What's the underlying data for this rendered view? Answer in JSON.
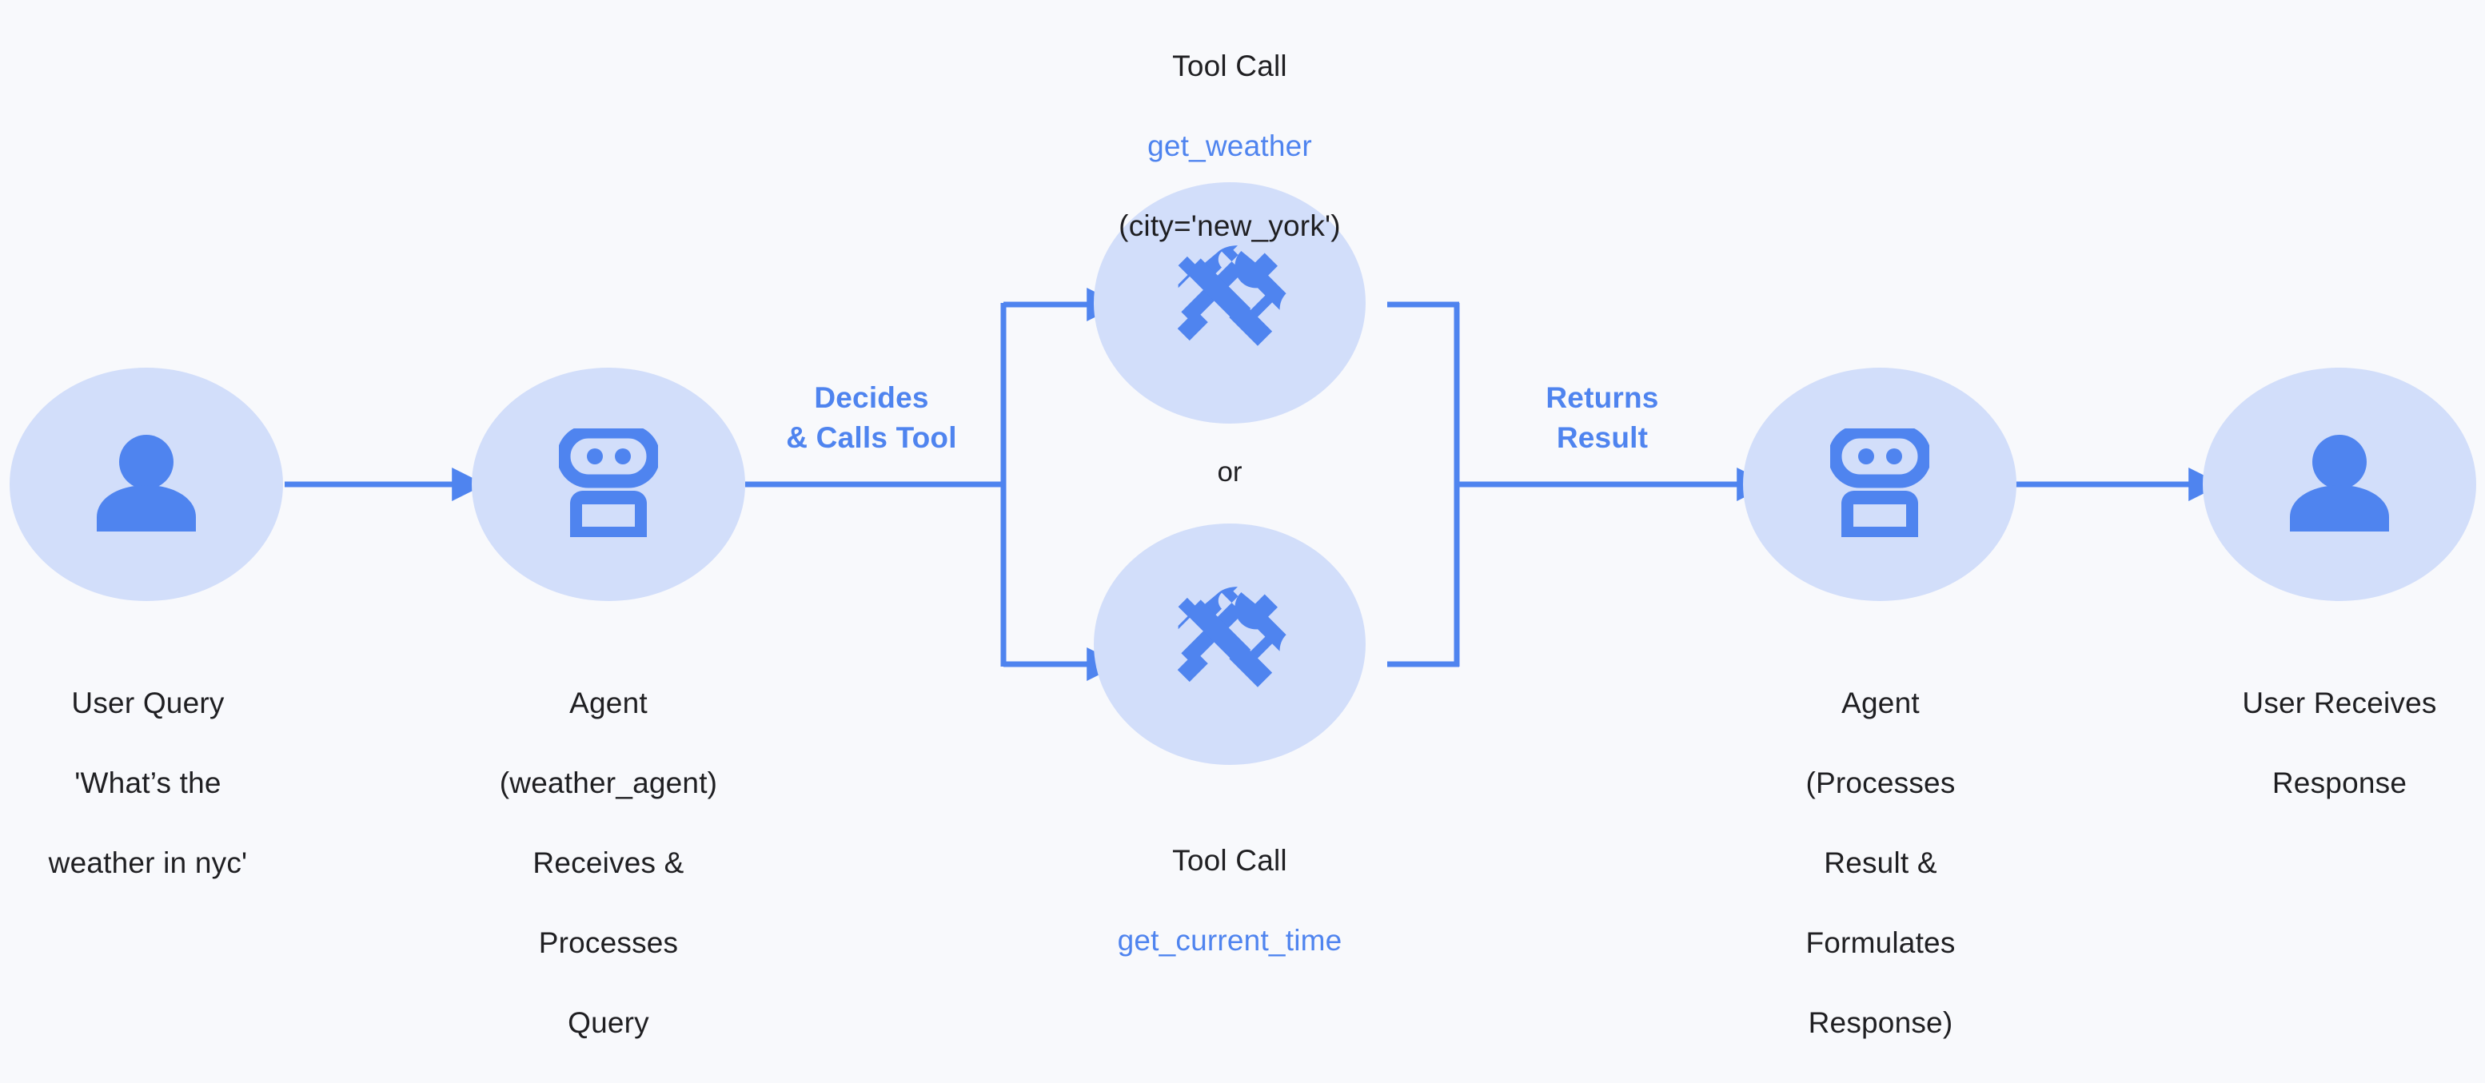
{
  "diagram": {
    "background_color": "#f8f9fc",
    "accent_color": "#4f84ef",
    "node_fill_color": "#d2defa",
    "text_color": "#1f1f22",
    "nodes": [
      {
        "id": "user-query",
        "icon": "person-icon",
        "label_line1": "User Query",
        "label_line2": "'What’s the",
        "label_line3": "weather in nyc'"
      },
      {
        "id": "agent-receives",
        "icon": "robot-icon",
        "label_line1": "Agent",
        "label_line2": "(weather_agent)",
        "label_line3": "Receives &",
        "label_line4": "Processes",
        "label_line5": "Query"
      },
      {
        "id": "tool-weather",
        "icon": "hammer-wrench-icon",
        "label_line1": "Tool Call",
        "label_code": "get_weather",
        "label_line3": "(city='new_york')"
      },
      {
        "id": "tool-time",
        "icon": "hammer-wrench-icon",
        "label_line1": "Tool Call",
        "label_code": "get_current_time"
      },
      {
        "id": "agent-processes",
        "icon": "robot-icon",
        "label_line1": "Agent",
        "label_line2": "(Processes",
        "label_line3": "Result &",
        "label_line4": "Formulates",
        "label_line5": "Response)"
      },
      {
        "id": "user-response",
        "icon": "person-icon",
        "label_line1": "User Receives",
        "label_line2": "Response"
      }
    ],
    "edge_labels": {
      "decides": "Decides\n& Calls Tool",
      "returns": "Returns\nResult",
      "branch_or": "or"
    }
  }
}
